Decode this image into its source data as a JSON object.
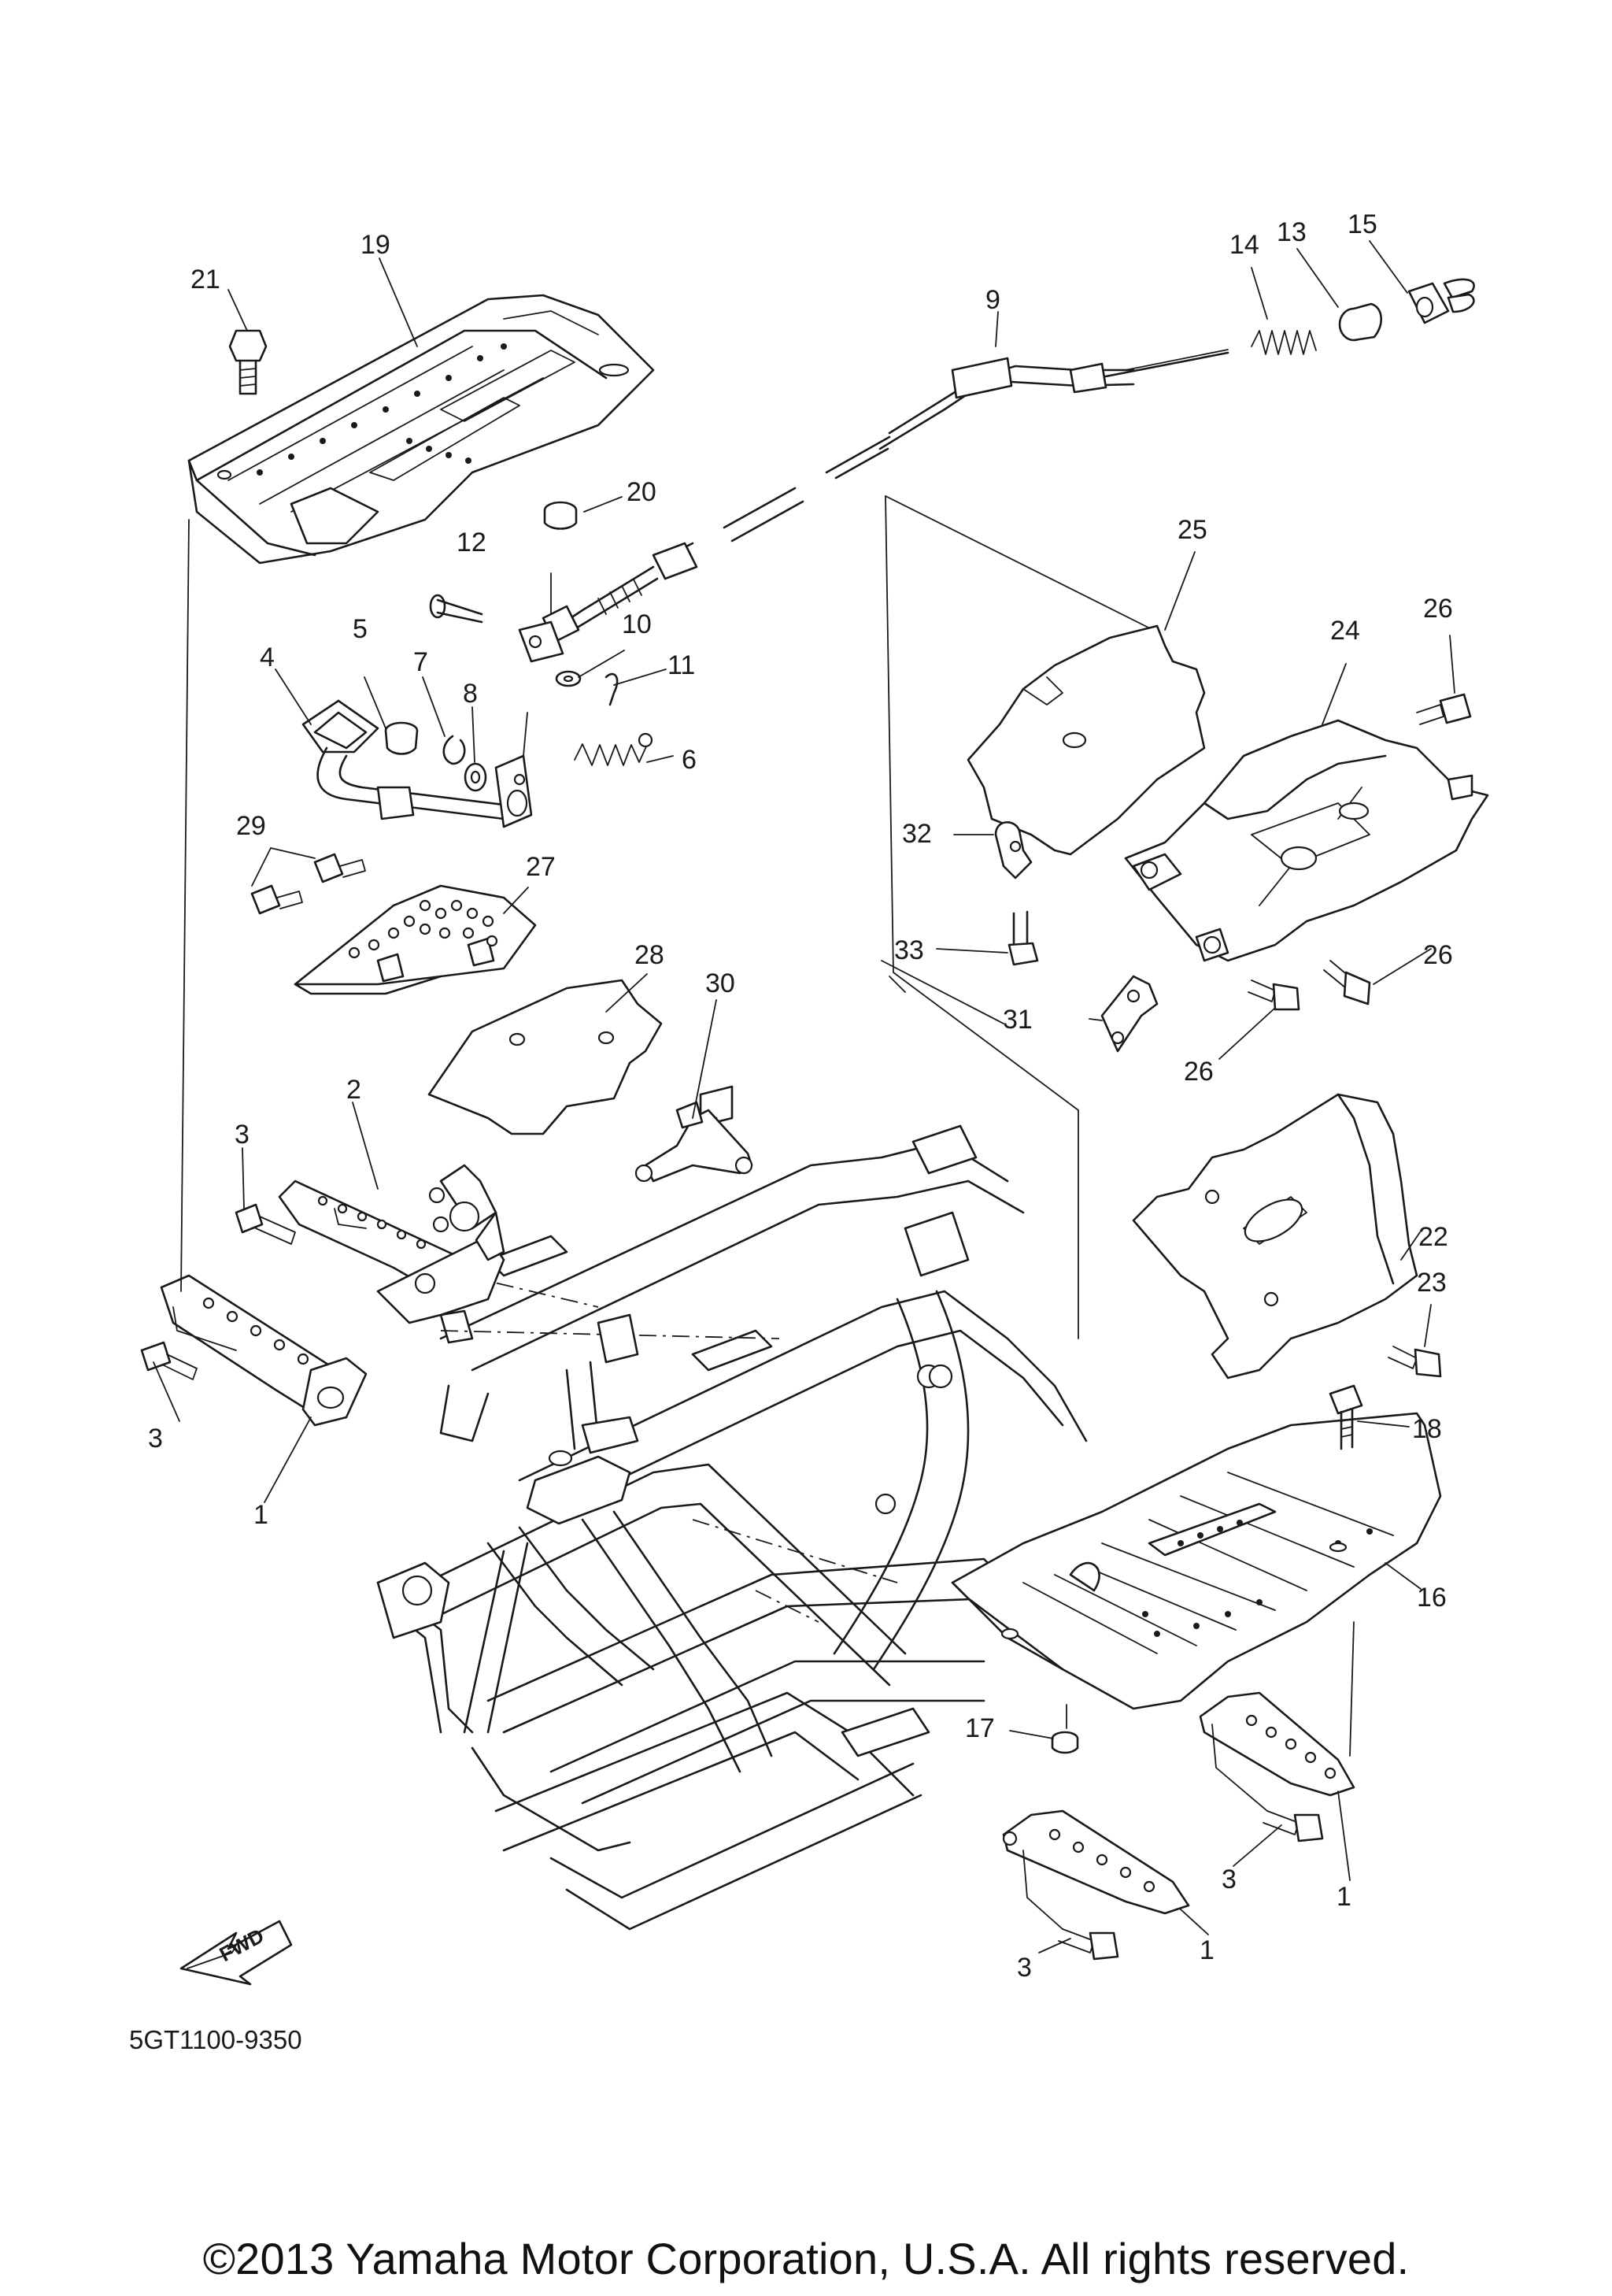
{
  "diagram": {
    "callouts": [
      {
        "id": "c1a",
        "label": "1"
      },
      {
        "id": "c1b",
        "label": "1"
      },
      {
        "id": "c1c",
        "label": "1"
      },
      {
        "id": "c2",
        "label": "2"
      },
      {
        "id": "c3a",
        "label": "3"
      },
      {
        "id": "c3b",
        "label": "3"
      },
      {
        "id": "c3c",
        "label": "3"
      },
      {
        "id": "c3d",
        "label": "3"
      },
      {
        "id": "c4",
        "label": "4"
      },
      {
        "id": "c5",
        "label": "5"
      },
      {
        "id": "c6",
        "label": "6"
      },
      {
        "id": "c7",
        "label": "7"
      },
      {
        "id": "c8",
        "label": "8"
      },
      {
        "id": "c9",
        "label": "9"
      },
      {
        "id": "c10",
        "label": "10"
      },
      {
        "id": "c11",
        "label": "11"
      },
      {
        "id": "c12",
        "label": "12"
      },
      {
        "id": "c13",
        "label": "13"
      },
      {
        "id": "c14",
        "label": "14"
      },
      {
        "id": "c15",
        "label": "15"
      },
      {
        "id": "c16",
        "label": "16"
      },
      {
        "id": "c17",
        "label": "17"
      },
      {
        "id": "c18",
        "label": "18"
      },
      {
        "id": "c19",
        "label": "19"
      },
      {
        "id": "c20",
        "label": "20"
      },
      {
        "id": "c21",
        "label": "21"
      },
      {
        "id": "c22",
        "label": "22"
      },
      {
        "id": "c23",
        "label": "23"
      },
      {
        "id": "c24",
        "label": "24"
      },
      {
        "id": "c25",
        "label": "25"
      },
      {
        "id": "c26a",
        "label": "26"
      },
      {
        "id": "c26b",
        "label": "26"
      },
      {
        "id": "c26c",
        "label": "26"
      },
      {
        "id": "c27",
        "label": "27"
      },
      {
        "id": "c28",
        "label": "28"
      },
      {
        "id": "c29",
        "label": "29"
      },
      {
        "id": "c30",
        "label": "30"
      },
      {
        "id": "c31",
        "label": "31"
      },
      {
        "id": "c32",
        "label": "32"
      },
      {
        "id": "c33",
        "label": "33"
      }
    ],
    "diagram_code": "5GT1100-9350",
    "direction_label": "FWD"
  },
  "footer": {
    "copyright": "©2013 Yamaha Motor Corporation, U.S.A. All rights reserved."
  }
}
